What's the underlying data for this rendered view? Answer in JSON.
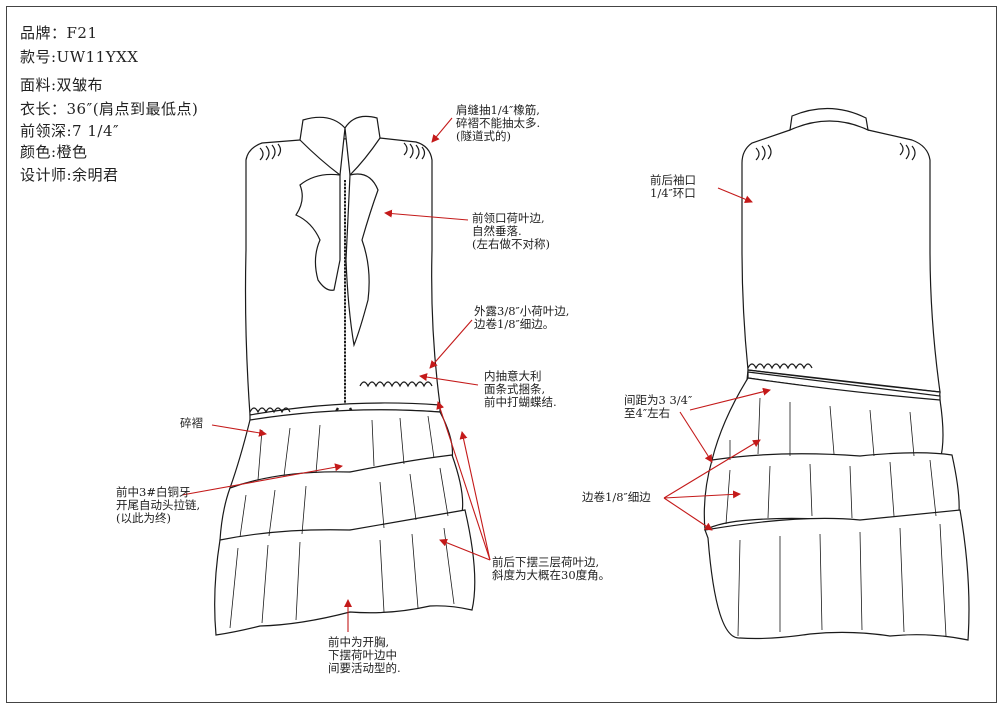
{
  "spec": {
    "brand": "品牌：F21",
    "style_no": "款号:UW11YXX",
    "fabric": "面料:双皱布",
    "length": "衣长：36″(肩点到最低点)",
    "neck_depth": "前领深:7 1/4″",
    "color": "颜色:橙色",
    "designer": "设计师:余明君"
  },
  "annotations": {
    "shoulder": [
      "肩缝抽1/4″橡筋,",
      "碎褶不能抽太多.",
      "(隧道式的)"
    ],
    "neck_ruffle": [
      "前领口荷叶边,",
      "自然垂落.",
      "(左右做不对称)"
    ],
    "small_ruffle": [
      "外露3/8″小荷叶边,",
      "边卷1/8″细边。"
    ],
    "drawstring": [
      "内抽意大利",
      "面条式捆条,",
      "前中打蝴蝶结."
    ],
    "gathers": [
      "碎褶"
    ],
    "zipper": [
      "前中3#白铜牙",
      "开尾自动头拉链,",
      "(以此为终)"
    ],
    "tiers": [
      "前后下摆三层荷叶边,",
      "斜度为大概在30度角。"
    ],
    "front_opening": [
      "前中为开胸,",
      "下摆荷叶边中",
      "间要活动型的."
    ],
    "armhole": [
      "前后袖口",
      "1/4″环口"
    ],
    "spacing": [
      "间距为3 3/4″",
      "至4″左右"
    ],
    "hem_roll": [
      "边卷1/8″细边"
    ]
  },
  "colors": {
    "arrow": "#c41a1a",
    "line": "#1a1a1a",
    "paper": "#ffffff"
  }
}
